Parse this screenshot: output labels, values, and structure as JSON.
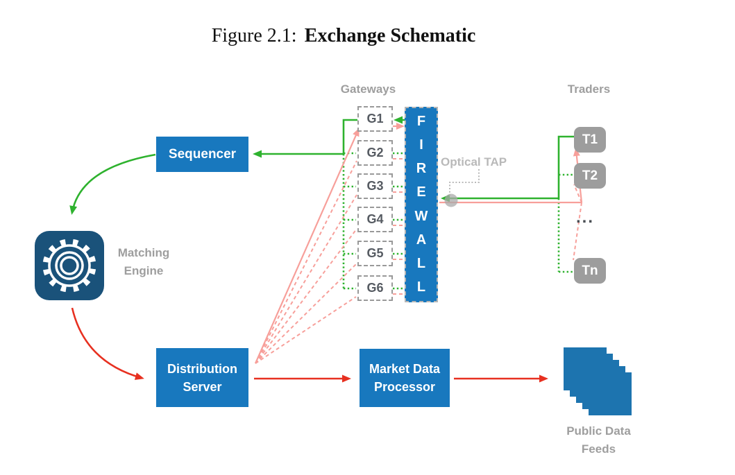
{
  "title": {
    "prefix": "Figure 2.1:",
    "main": "Exchange Schematic"
  },
  "sequencer": {
    "label": "Sequencer"
  },
  "matching_engine": {
    "line1": "Matching",
    "line2": "Engine"
  },
  "gateways": {
    "heading": "Gateways",
    "items": [
      "G1",
      "G2",
      "G3",
      "G4",
      "G5",
      "G6"
    ]
  },
  "firewall": {
    "label": "FIREWALL"
  },
  "optical_tap": {
    "label": "Optical TAP"
  },
  "traders": {
    "heading": "Traders",
    "items": [
      "T1",
      "T2",
      "Tn"
    ],
    "ellipsis": "..."
  },
  "distribution_server": {
    "line1": "Distribution",
    "line2": "Server"
  },
  "market_data_processor": {
    "line1": "Market Data",
    "line2": "Processor"
  },
  "public_data_feeds": {
    "line1": "Public Data",
    "line2": "Feeds"
  },
  "colors": {
    "node_blue": "#1878be",
    "engine_navy": "#1a527a",
    "feeds_blue": "#1d74af",
    "order_flow_green": "#2eb22e",
    "data_flow_red": "#e73020",
    "response_pink": "#f79f9a",
    "label_gray": "#9e9e9e",
    "tap_gray": "#b9b9b9",
    "trader_gray": "#9d9d9d"
  }
}
